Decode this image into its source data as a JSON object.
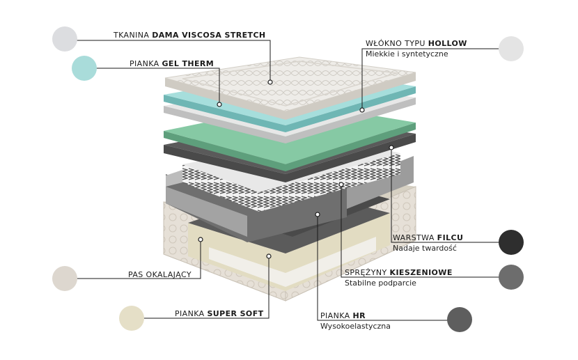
{
  "layers": [
    {
      "id": "viscose",
      "prefix": "TKANINA ",
      "bold": "DAMA VISCOSA STRETCH",
      "subtitle": "",
      "swatch_color": "#dcdde0",
      "side": "left"
    },
    {
      "id": "gel",
      "prefix": "PIANKA ",
      "bold": "GEL THERM",
      "subtitle": "",
      "swatch_color": "#a9dcda",
      "side": "left"
    },
    {
      "id": "hollow",
      "prefix": "WŁÓKNO TYPU ",
      "bold": "HOLLOW",
      "subtitle": "Miekkie i syntetyczne",
      "swatch_color": "#e4e4e4",
      "side": "right"
    },
    {
      "id": "felt",
      "prefix": "WARSTWA ",
      "bold": "FILCU",
      "subtitle": "Nadaje twardość",
      "swatch_color": "#2e2e2e",
      "side": "right"
    },
    {
      "id": "springs",
      "prefix": "SPRĘŻYNY ",
      "bold": "KIESZENIOWE",
      "subtitle": "Stabilne podparcie",
      "swatch_color": "#6d6d6d",
      "side": "right"
    },
    {
      "id": "band",
      "prefix": "",
      "bold": "PAS OKALAJĄCY",
      "subtitle": "",
      "swatch_color": "#ddd7cf",
      "side": "left"
    },
    {
      "id": "supersoft",
      "prefix": "PIANKA ",
      "bold": "SUPER SOFT",
      "subtitle": "",
      "swatch_color": "#e5dfc7",
      "side": "left"
    },
    {
      "id": "hr",
      "prefix": "PIANKA ",
      "bold": "HR",
      "subtitle": "Wysokoelastyczna",
      "swatch_color": "#5e5e5e",
      "side": "right"
    }
  ]
}
